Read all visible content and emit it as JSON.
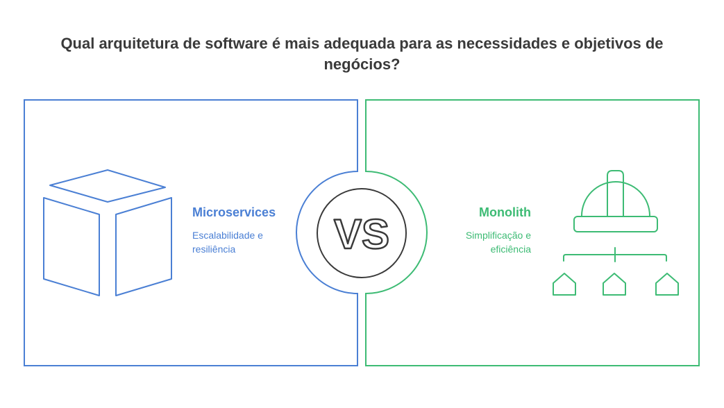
{
  "title": "Qual arquitetura de software é mais adequada para as necessidades e objetivos de negócios?",
  "vs_text": "VS",
  "left": {
    "label": "Microservices",
    "description": "Escalabilidade e resiliência",
    "icon": "cube-icon"
  },
  "right": {
    "label": "Monolith",
    "description": "Simplificação e eficiência",
    "icon": "hardhat-hierarchy-icon"
  },
  "colors": {
    "left": "#4a7fd4",
    "right": "#3dbb74",
    "title": "#3a3a3a",
    "vs": "#3a3a3a"
  }
}
